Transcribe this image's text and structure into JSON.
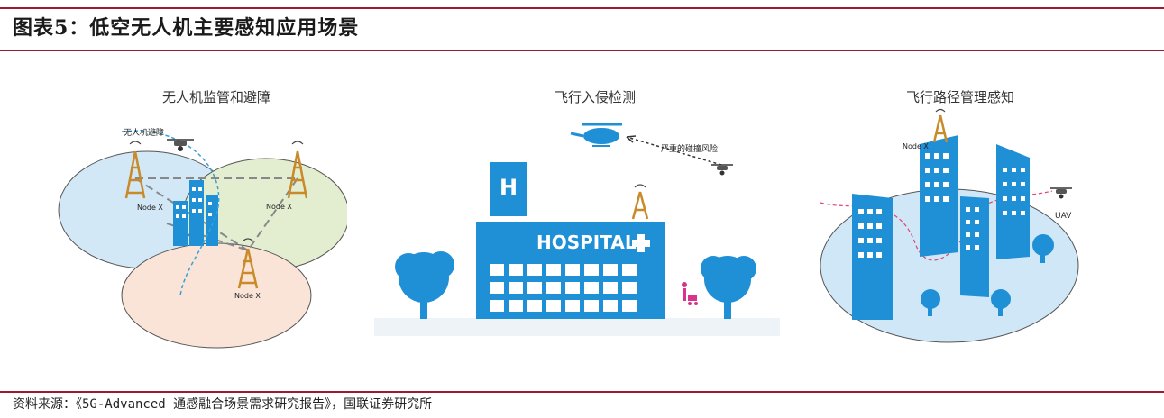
{
  "figure_title": "图表5：低空无人机主要感知应用场景",
  "panels": [
    {
      "caption": "无人机监管和避障",
      "labels": {
        "uav_avoid": "无人机避障",
        "node_left": "Node X",
        "node_right": "Node X",
        "node_bottom": "Node X"
      }
    },
    {
      "caption": "飞行入侵检测",
      "labels": {
        "collision_risk": "严重的碰撞风险",
        "hospital_sign": "HOSPITAL",
        "h_sign": "H"
      }
    },
    {
      "caption": "飞行路径管理感知",
      "labels": {
        "node": "Node X",
        "uav": "UAV"
      }
    }
  ],
  "source": "资料来源：《5G-Advanced 通感融合场景需求研究报告》，国联证券研究所",
  "colors": {
    "rule": "#9a1b2e",
    "blue": "#1f8fd6",
    "light_blue": "#cfe7f7",
    "green": "#e2edcf",
    "pink": "#fae3d6",
    "tower": "#c98a2a"
  }
}
